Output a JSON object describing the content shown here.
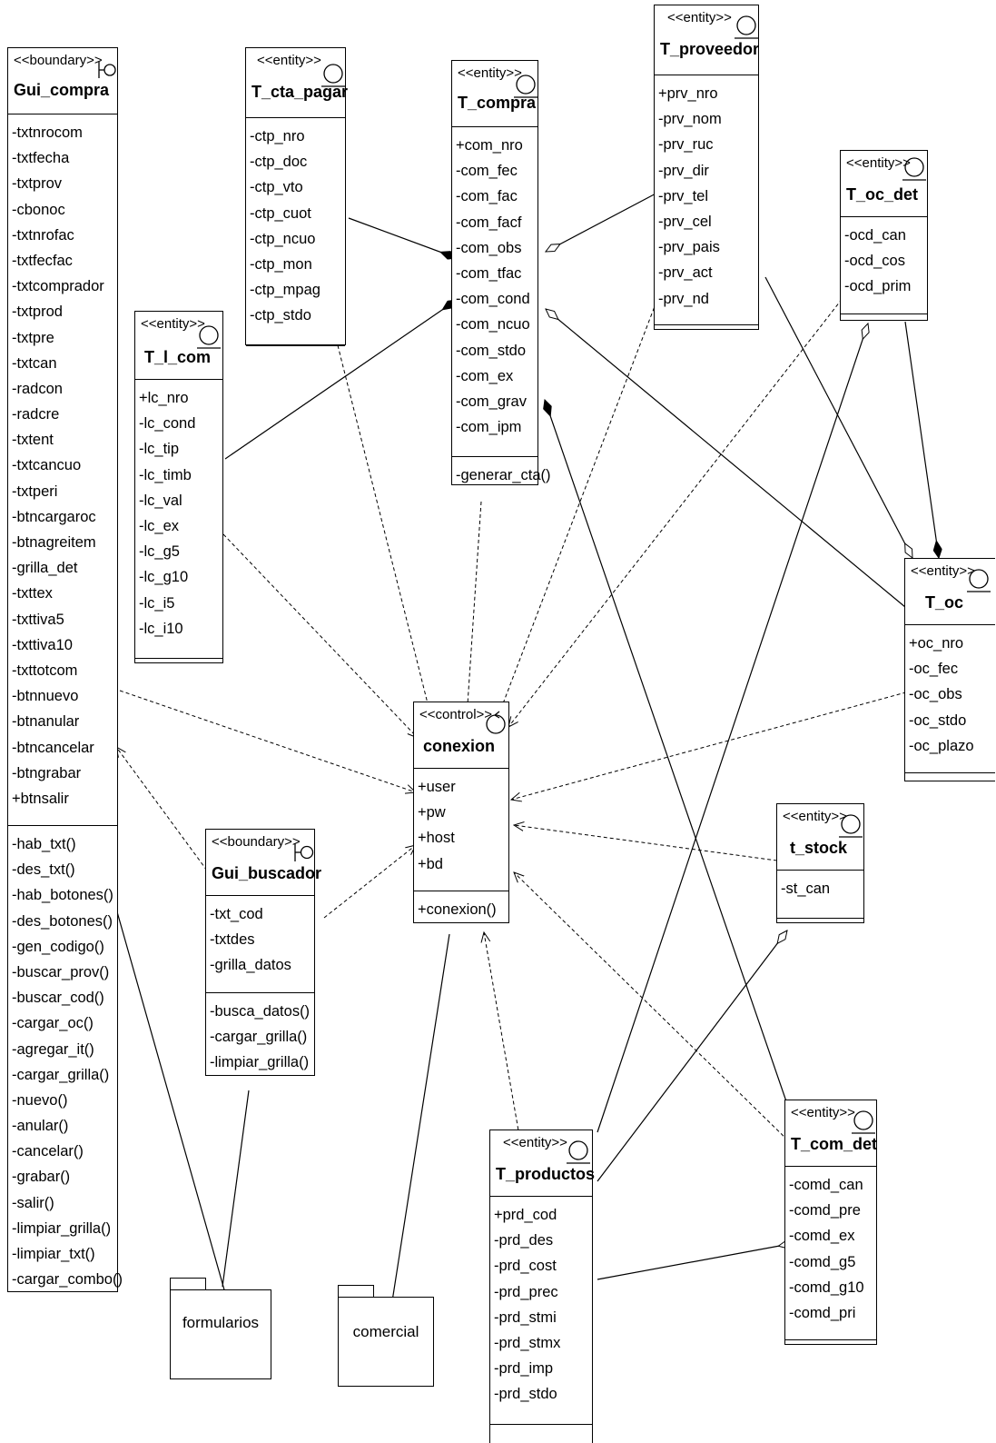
{
  "classes": {
    "gui_compra": {
      "stereotype": "<<boundary>>",
      "name": "Gui_compra",
      "attributes": [
        "-txtnrocom",
        "-txtfecha",
        "-txtprov",
        "-cbonoc",
        "-txtnrofac",
        "-txtfecfac",
        "-txtcomprador",
        "-txtprod",
        "-txtpre",
        "-txtcan",
        "-radcon",
        "-radcre",
        "-txtent",
        "-txtcancuo",
        "-txtperi",
        "-btncargaroc",
        "-btnagreitem",
        "-grilla_det",
        "-txttex",
        "-txttiva5",
        "-txttiva10",
        "-txttotcom",
        "-btnnuevo",
        "-btnanular",
        "-btncancelar",
        "-btngrabar",
        "+btnsalir"
      ],
      "operations": [
        "-hab_txt()",
        "-des_txt()",
        "-hab_botones()",
        "-des_botones()",
        "-gen_codigo()",
        "-buscar_prov()",
        "-buscar_cod()",
        "-cargar_oc()",
        "-agregar_it()",
        "-cargar_grilla()",
        "-nuevo()",
        "-anular()",
        "-cancelar()",
        "-grabar()",
        "-salir()",
        "-limpiar_grilla()",
        "-limpiar_txt()",
        "-cargar_combo()"
      ]
    },
    "t_cta_pagar": {
      "stereotype": "<<entity>>",
      "name": "T_cta_pagar",
      "attributes": [
        "-ctp_nro",
        "-ctp_doc",
        "-ctp_vto",
        "-ctp_cuot",
        "-ctp_ncuo",
        "-ctp_mon",
        "-ctp_mpag",
        "-ctp_stdo"
      ],
      "operations": []
    },
    "t_compra": {
      "stereotype": "<<entity>>",
      "name": "T_compra",
      "attributes": [
        "+com_nro",
        "-com_fec",
        "-com_fac",
        "-com_facf",
        "-com_obs",
        "-com_tfac",
        "-com_cond",
        "-com_ncuo",
        "-com_stdo",
        "-com_ex",
        "-com_grav",
        "-com_ipm"
      ],
      "operations": [
        "-generar_cta()"
      ]
    },
    "t_proveedor": {
      "stereotype": "<<entity>>",
      "name": "T_proveedor",
      "attributes": [
        "+prv_nro",
        "-prv_nom",
        "-prv_ruc",
        "-prv_dir",
        "-prv_tel",
        "-prv_cel",
        "-prv_pais",
        "-prv_act",
        "-prv_nd"
      ],
      "operations": []
    },
    "t_oc_det": {
      "stereotype": "<<entity>>",
      "name": "T_oc_det",
      "attributes": [
        "-ocd_can",
        "-ocd_cos",
        "-ocd_prim"
      ],
      "operations": []
    },
    "t_l_com": {
      "stereotype": "<<entity>>",
      "name": "T_l_com",
      "attributes": [
        "+lc_nro",
        "-lc_cond",
        "-lc_tip",
        "-lc_timb",
        "-lc_val",
        "-lc_ex",
        "-lc_g5",
        "-lc_g10",
        "-lc_i5",
        "-lc_i10"
      ],
      "operations": []
    },
    "t_oc": {
      "stereotype": "<<entity>>",
      "name": "T_oc",
      "attributes": [
        "+oc_nro",
        "-oc_fec",
        "-oc_obs",
        "-oc_stdo",
        "-oc_plazo"
      ],
      "operations": []
    },
    "conexion": {
      "stereotype": "<<control>>",
      "name": "conexion",
      "attributes": [
        "+user",
        "+pw",
        "+host",
        "+bd"
      ],
      "operations": [
        "+conexion()"
      ]
    },
    "t_stock": {
      "stereotype": "<<entity>>",
      "name": "t_stock",
      "attributes": [
        "-st_can"
      ],
      "operations": []
    },
    "gui_buscador": {
      "stereotype": "<<boundary>>",
      "name": "Gui_buscador",
      "attributes": [
        "-txt_cod",
        "-txtdes",
        "-grilla_datos"
      ],
      "operations": [
        "-busca_datos()",
        "-cargar_grilla()",
        "-limpiar_grilla()"
      ]
    },
    "t_productos": {
      "stereotype": "<<entity>>",
      "name": "T_productos",
      "attributes": [
        "+prd_cod",
        "-prd_des",
        "-prd_cost",
        "-prd_prec",
        "-prd_stmi",
        "-prd_stmx",
        "-prd_imp",
        "-prd_stdo"
      ],
      "operations": []
    },
    "t_com_det": {
      "stereotype": "<<entity>>",
      "name": "T_com_det",
      "attributes": [
        "-comd_can",
        "-comd_pre",
        "-comd_ex",
        "-comd_g5",
        "-comd_g10",
        "-comd_pri"
      ],
      "operations": []
    }
  },
  "packages": {
    "formularios": {
      "label": "formularios"
    },
    "comercial": {
      "label": "comercial"
    }
  }
}
